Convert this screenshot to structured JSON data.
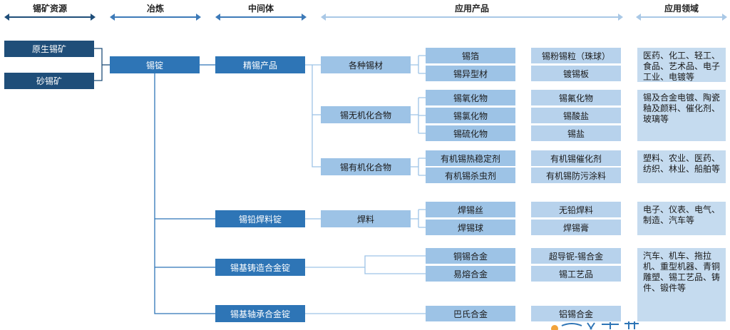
{
  "headers": {
    "resources": "锡矿资源",
    "smelting": "冶炼",
    "intermediate": "中间体",
    "products": "应用产品",
    "fields": "应用领域"
  },
  "resources": [
    "原生锡矿",
    "砂锡矿"
  ],
  "ingot": "锡锭",
  "intermediates": [
    "精锡产品",
    "锡铅焊料锭",
    "锡基铸造合金锭",
    "锡基轴承合金锭"
  ],
  "categories": [
    "各种锡材",
    "锡无机化合物",
    "锡有机化合物",
    "焊料"
  ],
  "products_a": [
    "锡箔",
    "锡异型材",
    "锡氧化物",
    "锡氯化物",
    "锡硫化物",
    "有机锡热稳定剂",
    "有机锡杀虫剂",
    "焊锡丝",
    "焊锡球",
    "铜锡合金",
    "易熔合金",
    "巴氏合金"
  ],
  "products_b": [
    "锡粉锡粒（珠球）",
    "镀锡板",
    "锡氟化物",
    "锡酸盐",
    "锡盐",
    "有机锡催化剂",
    "有机锡防污涂料",
    "无铅焊料",
    "焊锡膏",
    "超导铌-锡合金",
    "锡工艺品",
    "铝锡合金"
  ],
  "fields": [
    "医药、化工、轻工、食品、艺术品、电子工业、电镀等",
    "锡及合金电镀、陶瓷釉及颜料、催化剂、玻璃等",
    "塑料、农业、医药、纺织、林业、船舶等",
    "电子、仪表、电气、制造、汽车等",
    "汽车、机车、拖拉机、重型机器、青铜雕塑、锡工艺品、铸件、锻件等"
  ],
  "colors": {
    "dark": "#1f4e79",
    "medium": "#2e75b6",
    "light": "#9dc3e6",
    "lighter": "#b7d2ec",
    "field": "#c5dbef"
  }
}
